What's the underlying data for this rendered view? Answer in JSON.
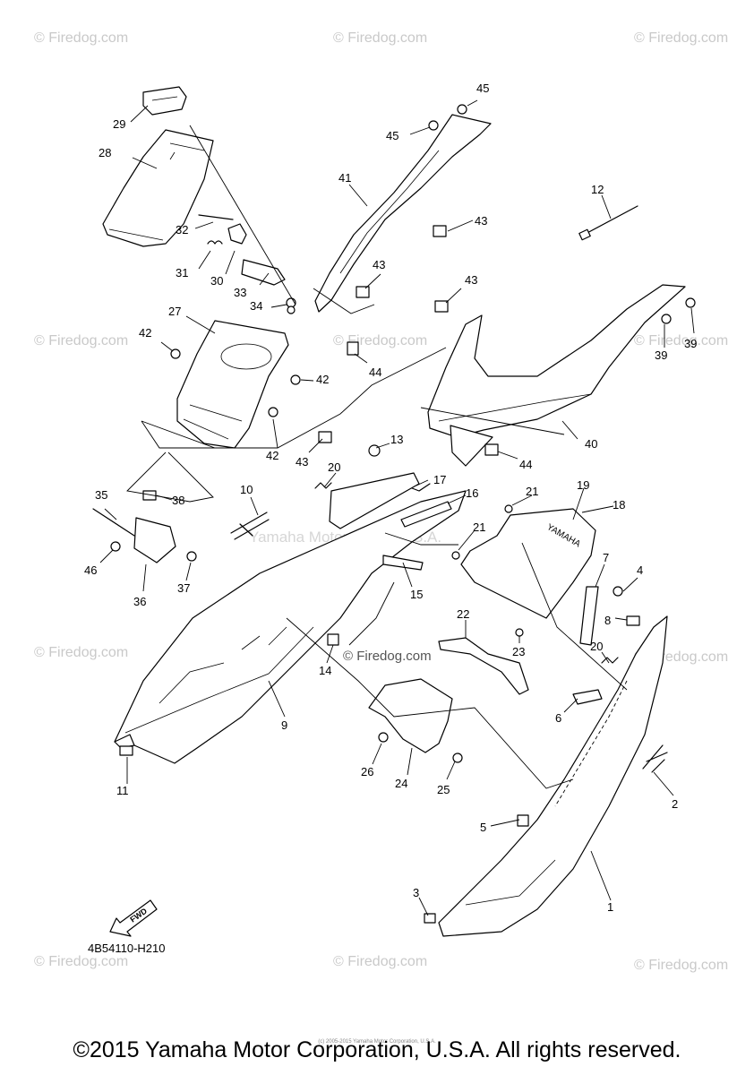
{
  "watermarks": {
    "tile": "© Firedog.com",
    "center": "© Firedog.com",
    "yamaha": "Yamaha Motor Corp., U.S.A."
  },
  "fwd_label": "FWD",
  "diagram_code": "4B54110-H210",
  "copyright": "©2015 Yamaha Motor Corporation, U.S.A. All rights reserved.",
  "small_print": "(c) 2005-2015 Yamaha Motor Corporation, U.S.A.",
  "cover_brand": "YAMAHA",
  "callouts": {
    "c1": "1",
    "c2": "2",
    "c3": "3",
    "c4": "4",
    "c5": "5",
    "c6": "6",
    "c7": "7",
    "c8": "8",
    "c9": "9",
    "c10": "10",
    "c11": "11",
    "c12": "12",
    "c13": "13",
    "c14": "14",
    "c15": "15",
    "c16": "16",
    "c17": "17",
    "c18": "18",
    "c19": "19",
    "c20a": "20",
    "c20b": "20",
    "c21a": "21",
    "c21b": "21",
    "c22": "22",
    "c23": "23",
    "c24": "24",
    "c25": "25",
    "c26": "26",
    "c27": "27",
    "c28": "28",
    "c29": "29",
    "c30": "30",
    "c31": "31",
    "c32": "32",
    "c33": "33",
    "c34": "34",
    "c35": "35",
    "c36": "36",
    "c37": "37",
    "c38": "38",
    "c39a": "39",
    "c39b": "39",
    "c40": "40",
    "c41": "41",
    "c42a": "42",
    "c42b": "42",
    "c42c": "42",
    "c43a": "43",
    "c43b": "43",
    "c43c": "43",
    "c43d": "43",
    "c44a": "44",
    "c44b": "44",
    "c45a": "45",
    "c45b": "45",
    "c46": "46"
  }
}
